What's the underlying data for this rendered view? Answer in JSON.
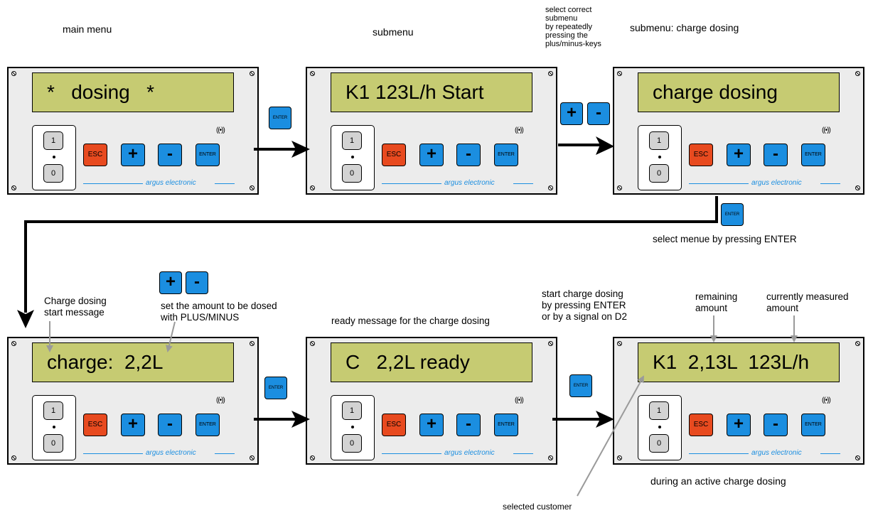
{
  "labels": {
    "main_menu": "main menu",
    "submenu": "submenu",
    "select_submenu": [
      "select correct",
      "submenu",
      "by repeatedly",
      "pressing the",
      "plus/minus-keys"
    ],
    "submenu_charge": "submenu: charge dosing",
    "select_enter": "select menue by pressing ENTER",
    "start_message": [
      "Charge dosing",
      "start message"
    ],
    "set_amount": [
      "set the amount to be dosed",
      "with PLUS/MINUS"
    ],
    "ready_message": "ready message for the charge dosing",
    "start_charge": [
      "start charge dosing",
      "by pressing ENTER",
      "or by a signal on D2"
    ],
    "remaining": [
      "remaining",
      "amount"
    ],
    "measured": [
      "currently measured",
      "amount"
    ],
    "during": "during an active charge dosing",
    "selected_customer": "selected customer"
  },
  "panels": [
    {
      "lcd": "*   dosing   *"
    },
    {
      "lcd": "K1 123L/h Start"
    },
    {
      "lcd": "charge dosing"
    },
    {
      "lcd": "charge:  2,2L"
    },
    {
      "lcd": "C   2,2L ready"
    },
    {
      "lcd": "K1  2,13L  123L/h"
    }
  ],
  "device": {
    "switch_top": "1",
    "switch_bottom": "0",
    "esc": "ESC",
    "plus": "+",
    "minus": "-",
    "enter": "ENTER",
    "wave": "((•))",
    "brand": "argus electronic"
  },
  "float_keys": {
    "enter": "ENTER",
    "plus": "+",
    "minus": "-"
  },
  "colors": {
    "lcd": "#c6cb72",
    "blue_key": "#1b8ee0",
    "esc_key": "#e84a1f",
    "panel": "#ececec",
    "brand": "#1b8ee0"
  }
}
